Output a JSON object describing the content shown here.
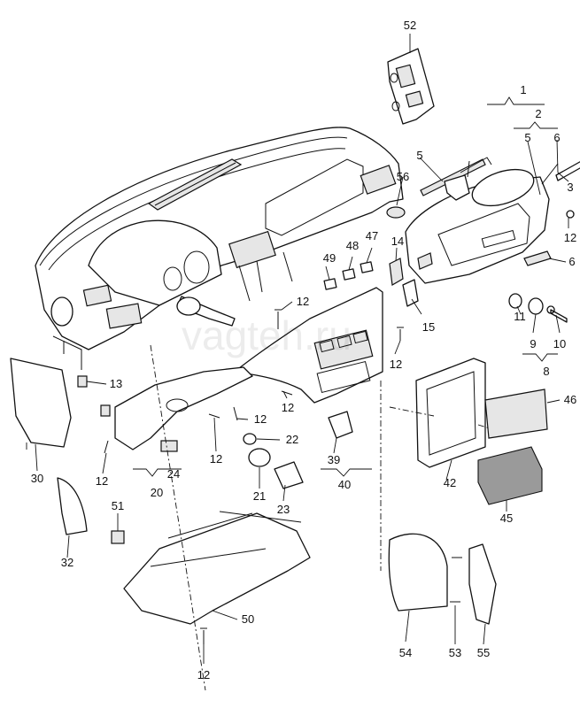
{
  "watermark": "vagteh.ru",
  "callouts": {
    "n1": "1",
    "n2": "2",
    "n3": "3",
    "n5": "5",
    "n5b": "5",
    "n6": "6",
    "n6b": "6",
    "n8": "8",
    "n9": "9",
    "n10": "10",
    "n11": "11",
    "n12a": "12",
    "n12b": "12",
    "n12c": "12",
    "n12d": "12",
    "n12e": "12",
    "n12f": "12",
    "n12g": "12",
    "n12h": "12",
    "n13": "13",
    "n14": "14",
    "n15": "15",
    "n20": "20",
    "n21": "21",
    "n22": "22",
    "n23": "23",
    "n24": "24",
    "n30": "30",
    "n32": "32",
    "n39": "39",
    "n40": "40",
    "n42": "42",
    "n45": "45",
    "n46": "46",
    "n47": "47",
    "n48": "48",
    "n49": "49",
    "n50": "50",
    "n51": "51",
    "n52": "52",
    "n53": "53",
    "n54": "54",
    "n55": "55",
    "n56": "56"
  }
}
